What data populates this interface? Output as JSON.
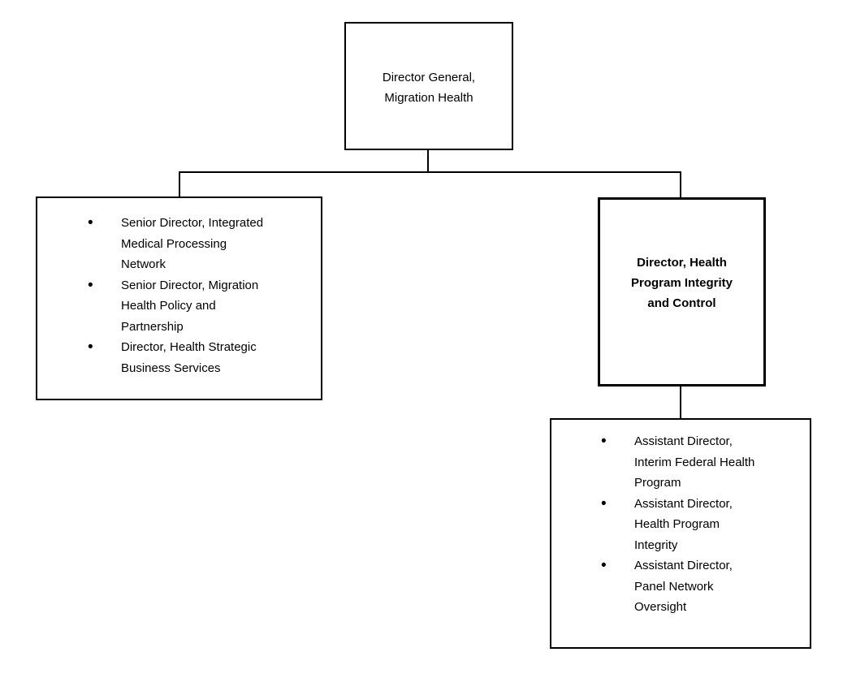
{
  "colors": {
    "background": "#ffffff",
    "box_border": "#000000",
    "connector": "#000000",
    "text": "#000000"
  },
  "nodes": {
    "root": {
      "label": "Director General,\nMigration Health"
    },
    "dg_reports": {
      "items": [
        "Senior Director, Integrated\nMedical Processing\nNetwork",
        "Senior Director, Migration\nHealth Policy and\nPartnership",
        "Director, Health Strategic\nBusiness Services"
      ]
    },
    "hpic": {
      "label": "Director, Health\nProgram Integrity\nand Control"
    },
    "hpic_reports": {
      "items": [
        "Assistant Director,\nInterim Federal Health\nProgram",
        "Assistant Director,\nHealth Program\nIntegrity",
        "Assistant Director,\nPanel Network\nOversight"
      ]
    }
  }
}
